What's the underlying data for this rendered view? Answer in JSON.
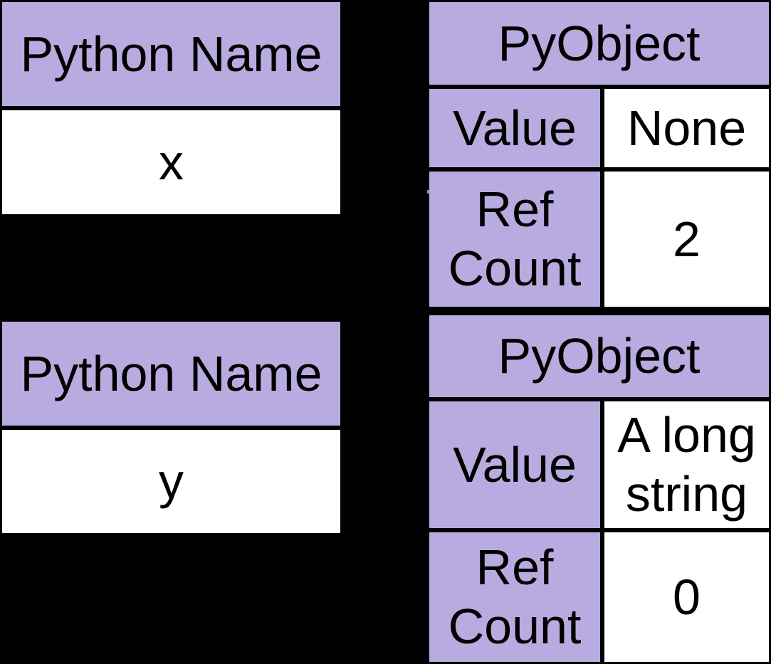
{
  "colors": {
    "background": "#000000",
    "header_fill": "#b8abdf",
    "cell_fill": "#ffffff",
    "border": "#000000",
    "text": "#000000"
  },
  "diagram": {
    "name_tables": [
      {
        "header": "Python Name",
        "name": "x"
      },
      {
        "header": "Python Name",
        "name": "y"
      }
    ],
    "pyobject_tables": [
      {
        "header": "PyObject",
        "rows": [
          {
            "label": "Value",
            "value": "None"
          },
          {
            "label": "Ref Count",
            "value": "2"
          }
        ]
      },
      {
        "header": "PyObject",
        "rows": [
          {
            "label": "Value",
            "value": "A long string"
          },
          {
            "label": "Ref Count",
            "value": "0"
          }
        ]
      }
    ]
  }
}
